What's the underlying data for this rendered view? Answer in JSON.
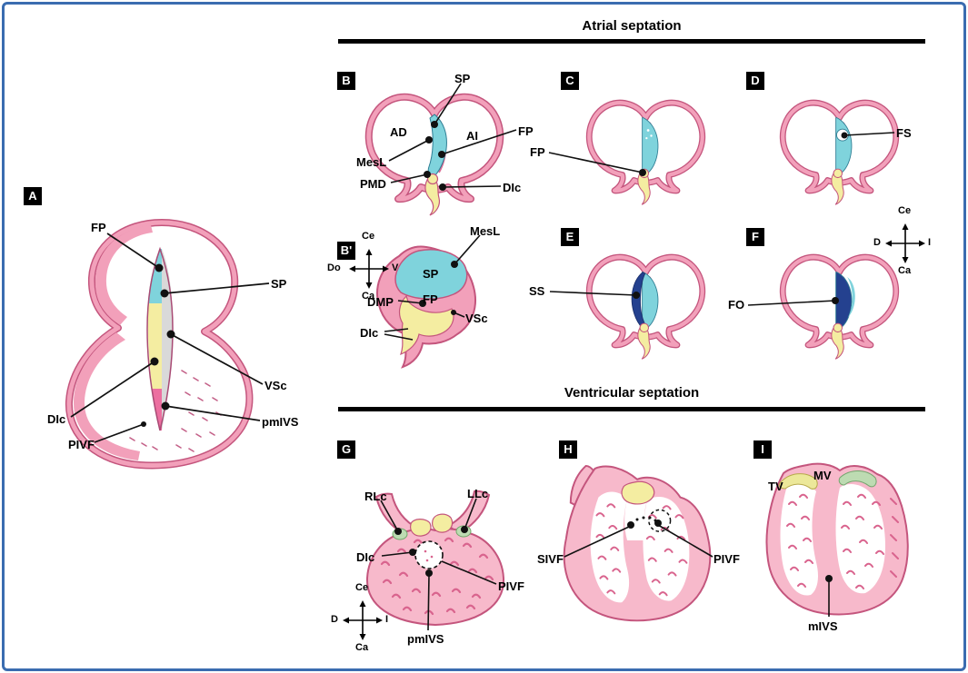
{
  "sections": {
    "atrial": {
      "title": "Atrial septation"
    },
    "ventricular": {
      "title": "Ventricular septation"
    }
  },
  "badges": {
    "A": "A",
    "B": "B",
    "Bp": "B'",
    "C": "C",
    "D": "D",
    "E": "E",
    "F": "F",
    "G": "G",
    "H": "H",
    "I": "I"
  },
  "panels": {
    "A": {
      "FP": "FP",
      "SP": "SP",
      "VSc": "VSc",
      "DIc": "DIc",
      "pmIVS": "pmIVS",
      "PIVF": "PIVF"
    },
    "B": {
      "SP": "SP",
      "AD": "AD",
      "AI": "AI",
      "FP": "FP",
      "MesL": "MesL",
      "PMD": "PMD",
      "DIc": "DIc"
    },
    "Bp": {
      "MesL": "MesL",
      "SP": "SP",
      "FP": "FP",
      "DMP": "DMP",
      "VSc": "VSc",
      "DIc": "DIc"
    },
    "C": {
      "FP": "FP"
    },
    "D": {
      "FS": "FS"
    },
    "E": {
      "SS": "SS"
    },
    "F": {
      "FO": "FO"
    },
    "G": {
      "RLc": "RLc",
      "LLc": "LLc",
      "DIc": "DIc",
      "PIVF": "PIVF",
      "pmIVS": "pmIVS"
    },
    "H": {
      "SIVF": "SIVF",
      "PIVF": "PIVF"
    },
    "I": {
      "TV": "TV",
      "MV": "MV",
      "mIVS": "mIVS"
    }
  },
  "compasses": {
    "Bp": {
      "up": "Ce",
      "down": "Ca",
      "left": "Do",
      "right": "V"
    },
    "F": {
      "up": "Ce",
      "down": "Ca",
      "left": "D",
      "right": "I"
    },
    "G": {
      "up": "Ce",
      "down": "Ca",
      "left": "D",
      "right": "I"
    }
  },
  "colors": {
    "frame": "#3a6cb0",
    "wall_dark": "#c4557d",
    "wall_light": "#f2a0ba",
    "septum_primum_cyan": "#7fd3dc",
    "mesenchyme_yellow": "#f4eda1",
    "septum_secundum_navy": "#24418f",
    "cushion_green": "#bddbb2",
    "ventricle_pink": "#f7b9cb",
    "gray_band": "#d9d9d9",
    "lens_pink": "#ec6fa0"
  }
}
